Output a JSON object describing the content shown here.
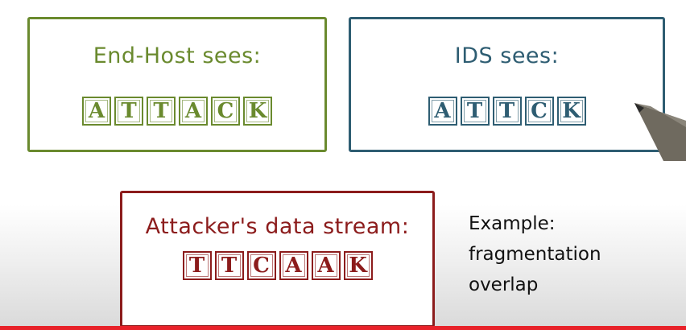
{
  "end_host": {
    "title": "End-Host sees:",
    "letters": [
      "A",
      "T",
      "T",
      "A",
      "C",
      "K"
    ],
    "color": "#6a8a2e"
  },
  "ids": {
    "title": "IDS sees:",
    "letters": [
      "A",
      "T",
      "T",
      "C",
      "K"
    ],
    "color": "#2e5d72"
  },
  "attacker": {
    "title": "Attacker's data stream:",
    "letters": [
      "T",
      "T",
      "C",
      "A",
      "A",
      "K"
    ],
    "color": "#8c1c1c"
  },
  "example": {
    "lines": [
      "Example:",
      "fragmentation",
      "overlap"
    ]
  },
  "accent_bar_color": "#e8222a",
  "pen_icon": "pen-icon"
}
